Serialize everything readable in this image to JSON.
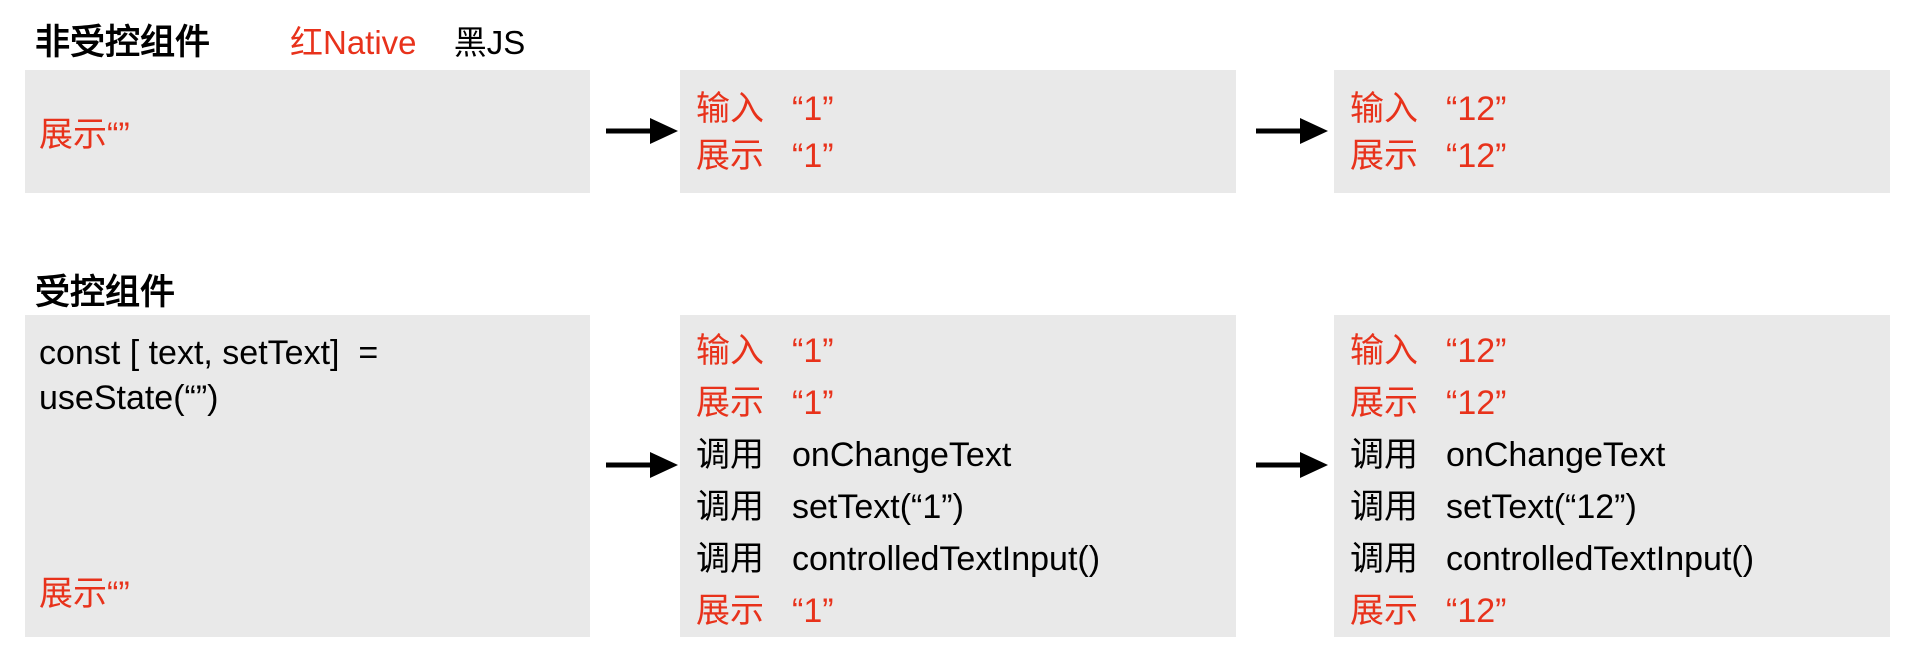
{
  "colors": {
    "native_red": "#e8321b",
    "js_black": "#000000",
    "box_bg": "#e9e9e9",
    "page_bg": "#ffffff"
  },
  "legend": {
    "native": "红Native",
    "js": "黑JS"
  },
  "uncontrolled": {
    "title": "非受控组件",
    "box1": {
      "line1": "展示“”"
    },
    "box2": {
      "rows": [
        {
          "label": "输入",
          "value": "“1”",
          "color": "red"
        },
        {
          "label": "展示",
          "value": "“1”",
          "color": "red"
        }
      ]
    },
    "box3": {
      "rows": [
        {
          "label": "输入",
          "value": "“12”",
          "color": "red"
        },
        {
          "label": "展示",
          "value": "“12”",
          "color": "red"
        }
      ]
    }
  },
  "controlled": {
    "title": "受控组件",
    "box1": {
      "code_line1": "const [ text, setText]  =",
      "code_line2": "useState(“”)",
      "bottom_line": "展示“”"
    },
    "box2": {
      "rows": [
        {
          "label": "输入",
          "value": "“1”",
          "color": "red"
        },
        {
          "label": "展示",
          "value": "“1”",
          "color": "red"
        },
        {
          "label": "调用",
          "value": "onChangeText",
          "color": "black"
        },
        {
          "label": "调用",
          "value": "setText(“1”)",
          "color": "black"
        },
        {
          "label": "调用",
          "value": "controlledTextInput()",
          "color": "black"
        },
        {
          "label": "展示",
          "value": "“1”",
          "color": "red"
        }
      ]
    },
    "box3": {
      "rows": [
        {
          "label": "输入",
          "value": "“12”",
          "color": "red"
        },
        {
          "label": "展示",
          "value": "“12”",
          "color": "red"
        },
        {
          "label": "调用",
          "value": "onChangeText",
          "color": "black"
        },
        {
          "label": "调用",
          "value": "setText(“12”)",
          "color": "black"
        },
        {
          "label": "调用",
          "value": "controlledTextInput()",
          "color": "black"
        },
        {
          "label": "展示",
          "value": "“12”",
          "color": "red"
        }
      ]
    }
  }
}
